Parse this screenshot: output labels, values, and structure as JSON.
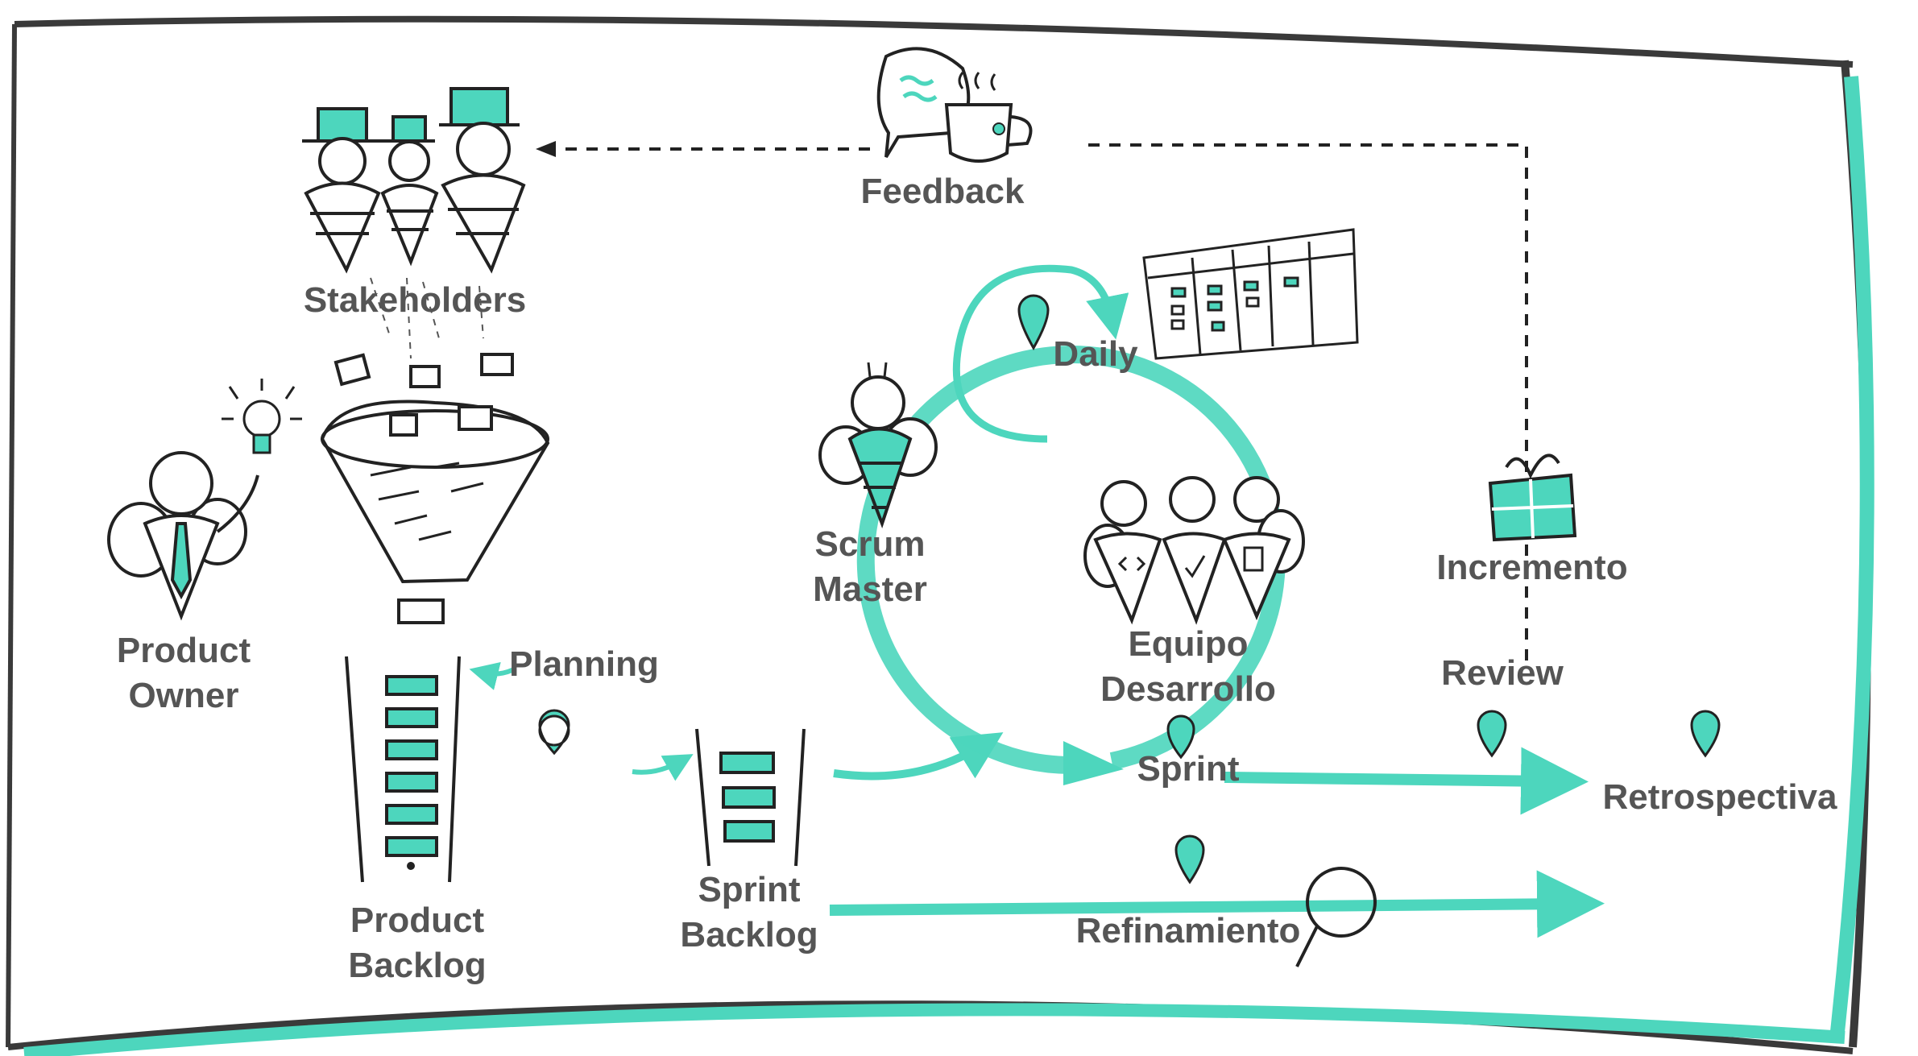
{
  "labels": {
    "feedback": "Feedback",
    "stakeholders": "Stakeholders",
    "daily": "Daily",
    "scrum_master": [
      "Scrum",
      "Master"
    ],
    "incremento": "Incremento",
    "product_owner": [
      "Product",
      "Owner"
    ],
    "planning": "Planning",
    "equipo": [
      "Equipo",
      "Desarrollo"
    ],
    "review": "Review",
    "sprint": "Sprint",
    "retrospectiva": "Retrospectiva",
    "product_backlog": [
      "Product",
      "Backlog"
    ],
    "sprint_backlog": [
      "Sprint",
      "Backlog"
    ],
    "refinamiento": "Refinamiento"
  },
  "colors": {
    "accent": "#4dd6bd",
    "ink": "#222222",
    "label": "#555555",
    "frame": "#3a3a3a"
  },
  "icons": [
    "speech-bubble-icon",
    "coffee-cup-icon",
    "top-hat-icon",
    "lightbulb-icon",
    "funnel-icon",
    "map-pin-icon",
    "kanban-board-icon",
    "gift-icon",
    "magnifier-icon",
    "bee-character-icon"
  ]
}
